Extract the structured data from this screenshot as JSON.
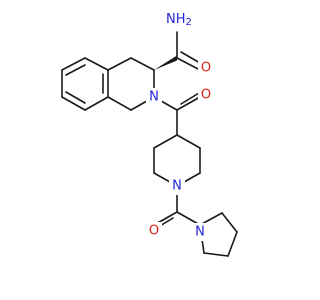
{
  "colors": {
    "carbon_bond": "#1a1a1a",
    "nitrogen": "#2323d8",
    "oxygen": "#e0201b"
  },
  "atoms": {
    "amide_n": "NH",
    "amide_n_sub": "2",
    "amide_o": "O",
    "ring_n": "N",
    "acyl_o": "O",
    "pip_n": "N",
    "carbamoyl_o": "O",
    "pyrrolidine_n": "N"
  }
}
